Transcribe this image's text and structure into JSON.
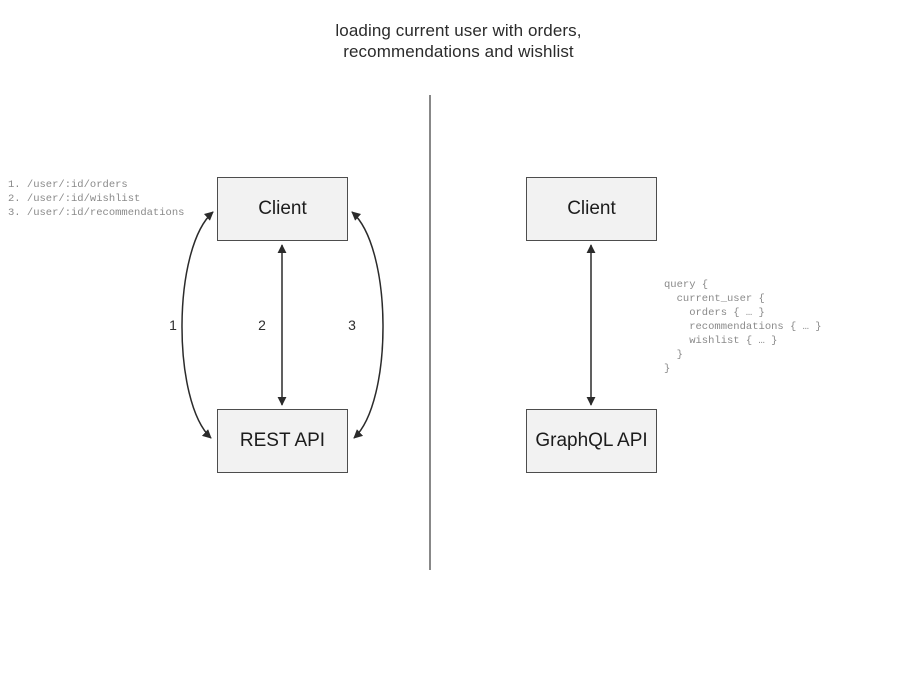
{
  "title": "loading current user with orders,\nrecommendations and wishlist",
  "divider": {
    "name": "vertical-divider",
    "color": "#6b6b6b"
  },
  "colors": {
    "background": "#ffffff",
    "node_fill": "#f2f2f2",
    "node_border": "#4d4d4d",
    "edge": "#2b2b2b",
    "code_text": "#8a8a8a",
    "title_text": "#2b2b2b"
  },
  "left_panel": {
    "name": "rest-comparison-panel",
    "nodes": [
      {
        "id": "client-rest",
        "label": "Client"
      },
      {
        "id": "rest-api",
        "label": "REST API"
      }
    ],
    "edges": [
      {
        "id": "edge-1",
        "label": "1",
        "style": "curved-left",
        "direction": "bidirectional"
      },
      {
        "id": "edge-2",
        "label": "2",
        "style": "straight",
        "direction": "bidirectional"
      },
      {
        "id": "edge-3",
        "label": "3",
        "style": "curved-right",
        "direction": "bidirectional"
      }
    ],
    "endpoints_code": "1. /user/:id/orders\n2. /user/:id/wishlist\n3. /user/:id/recommendations"
  },
  "right_panel": {
    "name": "graphql-comparison-panel",
    "nodes": [
      {
        "id": "client-gql",
        "label": "Client"
      },
      {
        "id": "graphql-api",
        "label": "GraphQL API"
      }
    ],
    "edges": [
      {
        "id": "edge-gql",
        "label": "",
        "style": "straight",
        "direction": "bidirectional"
      }
    ],
    "query_code": "query {\n  current_user {\n    orders { … }\n    recommendations { … }\n    wishlist { … }\n  }\n}"
  }
}
